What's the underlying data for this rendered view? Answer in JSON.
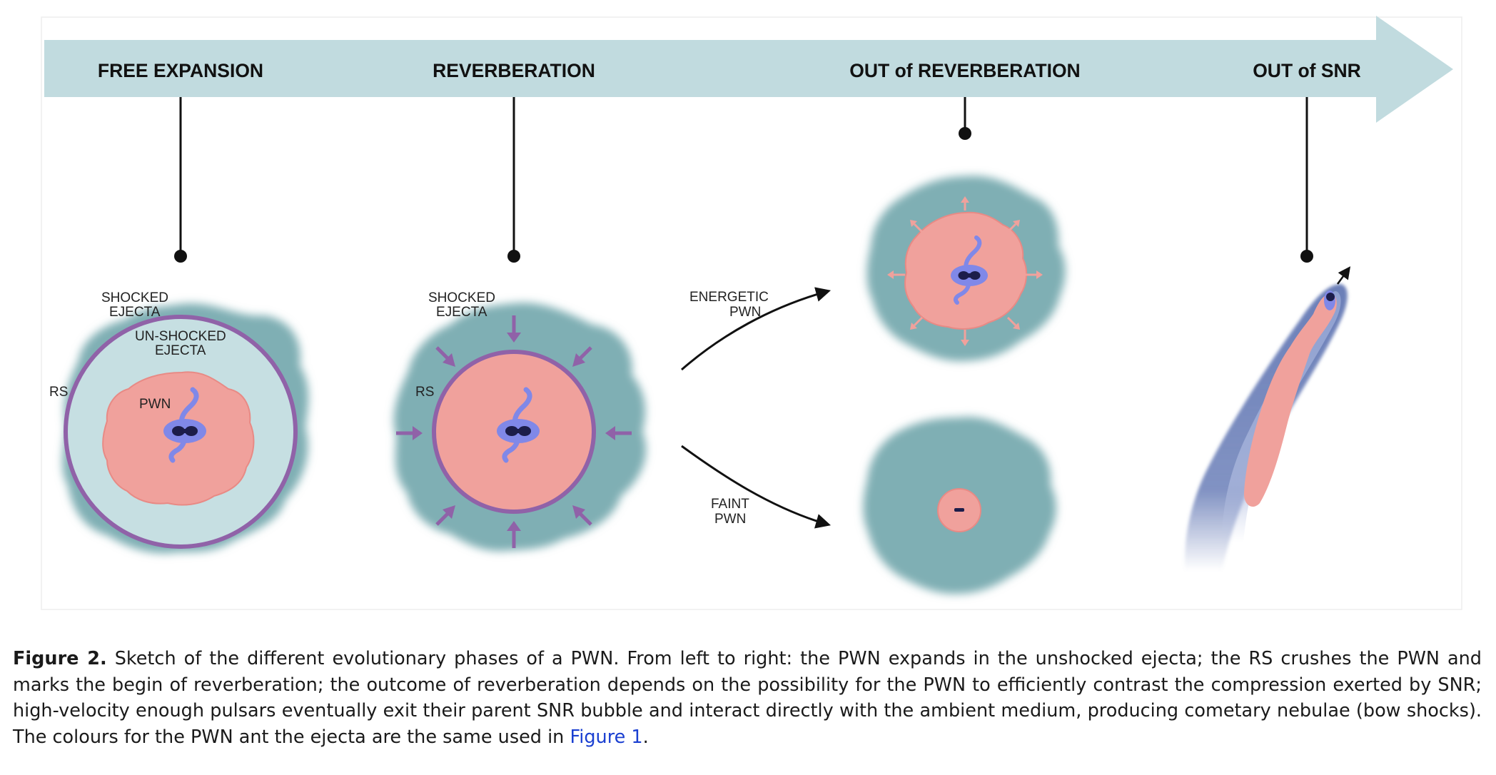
{
  "phases": {
    "free_expansion": "FREE EXPANSION",
    "reverberation": "REVERBERATION",
    "out_of_reverberation": "OUT of REVERBERATION",
    "out_of_snr": "OUT of SNR"
  },
  "labels": {
    "shocked_ejecta_1": "SHOCKED",
    "shocked_ejecta_2": "EJECTA",
    "unshocked_ejecta_1": "UN-SHOCKED",
    "unshocked_ejecta_2": "EJECTA",
    "rs": "RS",
    "pwn": "PWN",
    "energetic_pwn_1": "ENERGETIC",
    "energetic_pwn_2": "PWN",
    "faint_pwn_1": "FAINT",
    "faint_pwn_2": "PWN"
  },
  "caption": {
    "label": "Figure 2.",
    "text": " Sketch of the different evolutionary phases of a PWN. From left to right: the PWN expands in the unshocked ejecta; the RS crushes the PWN and marks the begin of reverberation; the outcome of reverberation depends on the possibility for the PWN to efficiently contrast the compression exerted by SNR; high-velocity enough pulsars eventually exit their parent SNR bubble and interact directly with the ambient medium, producing cometary nebulae (bow shocks). The colours for the PWN ant the ejecta are the same used in ",
    "link": "Figure 1",
    "end": "."
  },
  "colors": {
    "arrow_band": "#c1dbdf",
    "shocked_ejecta": "#7fafb4",
    "unshocked_ejecta": "#c6dfe2",
    "pwn": "#f0a19c",
    "pwn_edge": "#e88a85",
    "reverse_shock": "#9062a8",
    "pulsar_halo": "#8088e8",
    "pulsar": "#1c1d4a",
    "bow_shock": "#6b7fb8",
    "link": "#1a3fd1"
  }
}
